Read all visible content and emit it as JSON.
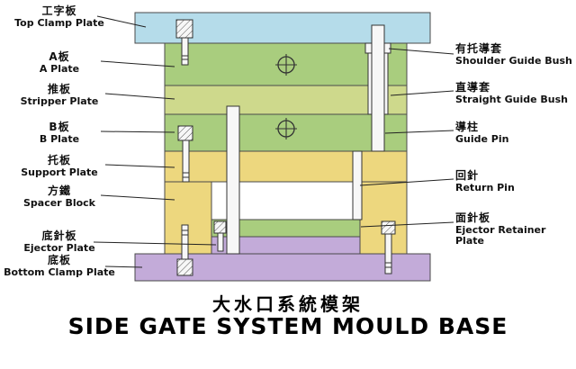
{
  "title": {
    "cn": "大水口系統模架",
    "en": "SIDE GATE SYSTEM MOULD BASE"
  },
  "labels": {
    "left": [
      {
        "cn": "工字板",
        "en": "Top Clamp Plate"
      },
      {
        "cn": "A板",
        "en": "A Plate"
      },
      {
        "cn": "推板",
        "en": "Stripper Plate"
      },
      {
        "cn": "B板",
        "en": "B Plate"
      },
      {
        "cn": "托板",
        "en": "Support Plate"
      },
      {
        "cn": "方鐵",
        "en": "Spacer Block"
      },
      {
        "cn": "底針板",
        "en": "Ejector Plate"
      },
      {
        "cn": "底板",
        "en": "Bottom Clamp Plate"
      }
    ],
    "right": [
      {
        "cn": "有托導套",
        "en": "Shoulder Guide Bush"
      },
      {
        "cn": "直導套",
        "en": "Straight Guide Bush"
      },
      {
        "cn": "導柱",
        "en": "Guide Pin"
      },
      {
        "cn": "回針",
        "en": "Return Pin"
      },
      {
        "cn": "面針板",
        "en": "Ejector Retainer Plate"
      }
    ]
  },
  "colors": {
    "top_clamp": "#b5dcea",
    "a_plate": "#a9cd7e",
    "stripper": "#ced98c",
    "b_plate": "#a9cd7e",
    "support": "#edd77e",
    "spacer": "#edd77e",
    "ejector_retainer": "#a9cd7e",
    "ejector": "#c3abd9",
    "bottom_clamp": "#c3abd9",
    "metal_white": "#f7f7f7",
    "outline": "#4a4a4a"
  }
}
